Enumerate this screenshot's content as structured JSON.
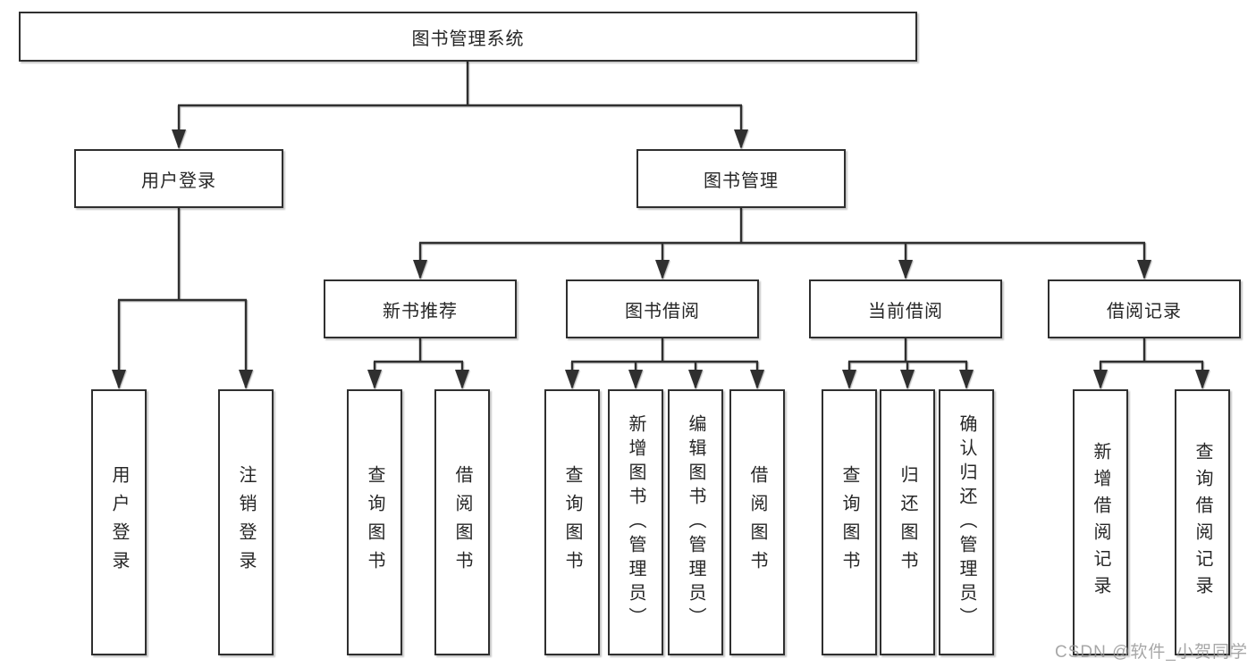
{
  "diagram": {
    "type": "tree",
    "root": {
      "label": "图书管理系统"
    },
    "level1": [
      {
        "label": "用户登录",
        "parent": "图书管理系统"
      },
      {
        "label": "图书管理",
        "parent": "图书管理系统"
      }
    ],
    "level2": [
      {
        "label": "新书推荐",
        "parent": "图书管理"
      },
      {
        "label": "图书借阅",
        "parent": "图书管理"
      },
      {
        "label": "当前借阅",
        "parent": "图书管理"
      },
      {
        "label": "借阅记录",
        "parent": "图书管理"
      }
    ],
    "leaves": [
      {
        "label": "用户登录",
        "parent": "用户登录"
      },
      {
        "label": "注销登录",
        "parent": "用户登录"
      },
      {
        "label": "查询图书",
        "parent": "新书推荐"
      },
      {
        "label": "借阅图书",
        "parent": "新书推荐"
      },
      {
        "label": "查询图书",
        "parent": "图书借阅"
      },
      {
        "label": "新增图书（管理员）",
        "parent": "图书借阅"
      },
      {
        "label": "编辑图书（管理员）",
        "parent": "图书借阅"
      },
      {
        "label": "借阅图书",
        "parent": "图书借阅"
      },
      {
        "label": "查询图书",
        "parent": "当前借阅"
      },
      {
        "label": "归还图书",
        "parent": "当前借阅"
      },
      {
        "label": "确认归还（管理员）",
        "parent": "当前借阅"
      },
      {
        "label": "新增借阅记录",
        "parent": "借阅记录"
      },
      {
        "label": "查询借阅记录",
        "parent": "借阅记录"
      }
    ],
    "watermark": "CSDN @软件_小贺同学",
    "colors": {
      "line": "#2f2f2f",
      "text": "#262626",
      "background": "#ffffff",
      "watermark": "#949494"
    }
  }
}
